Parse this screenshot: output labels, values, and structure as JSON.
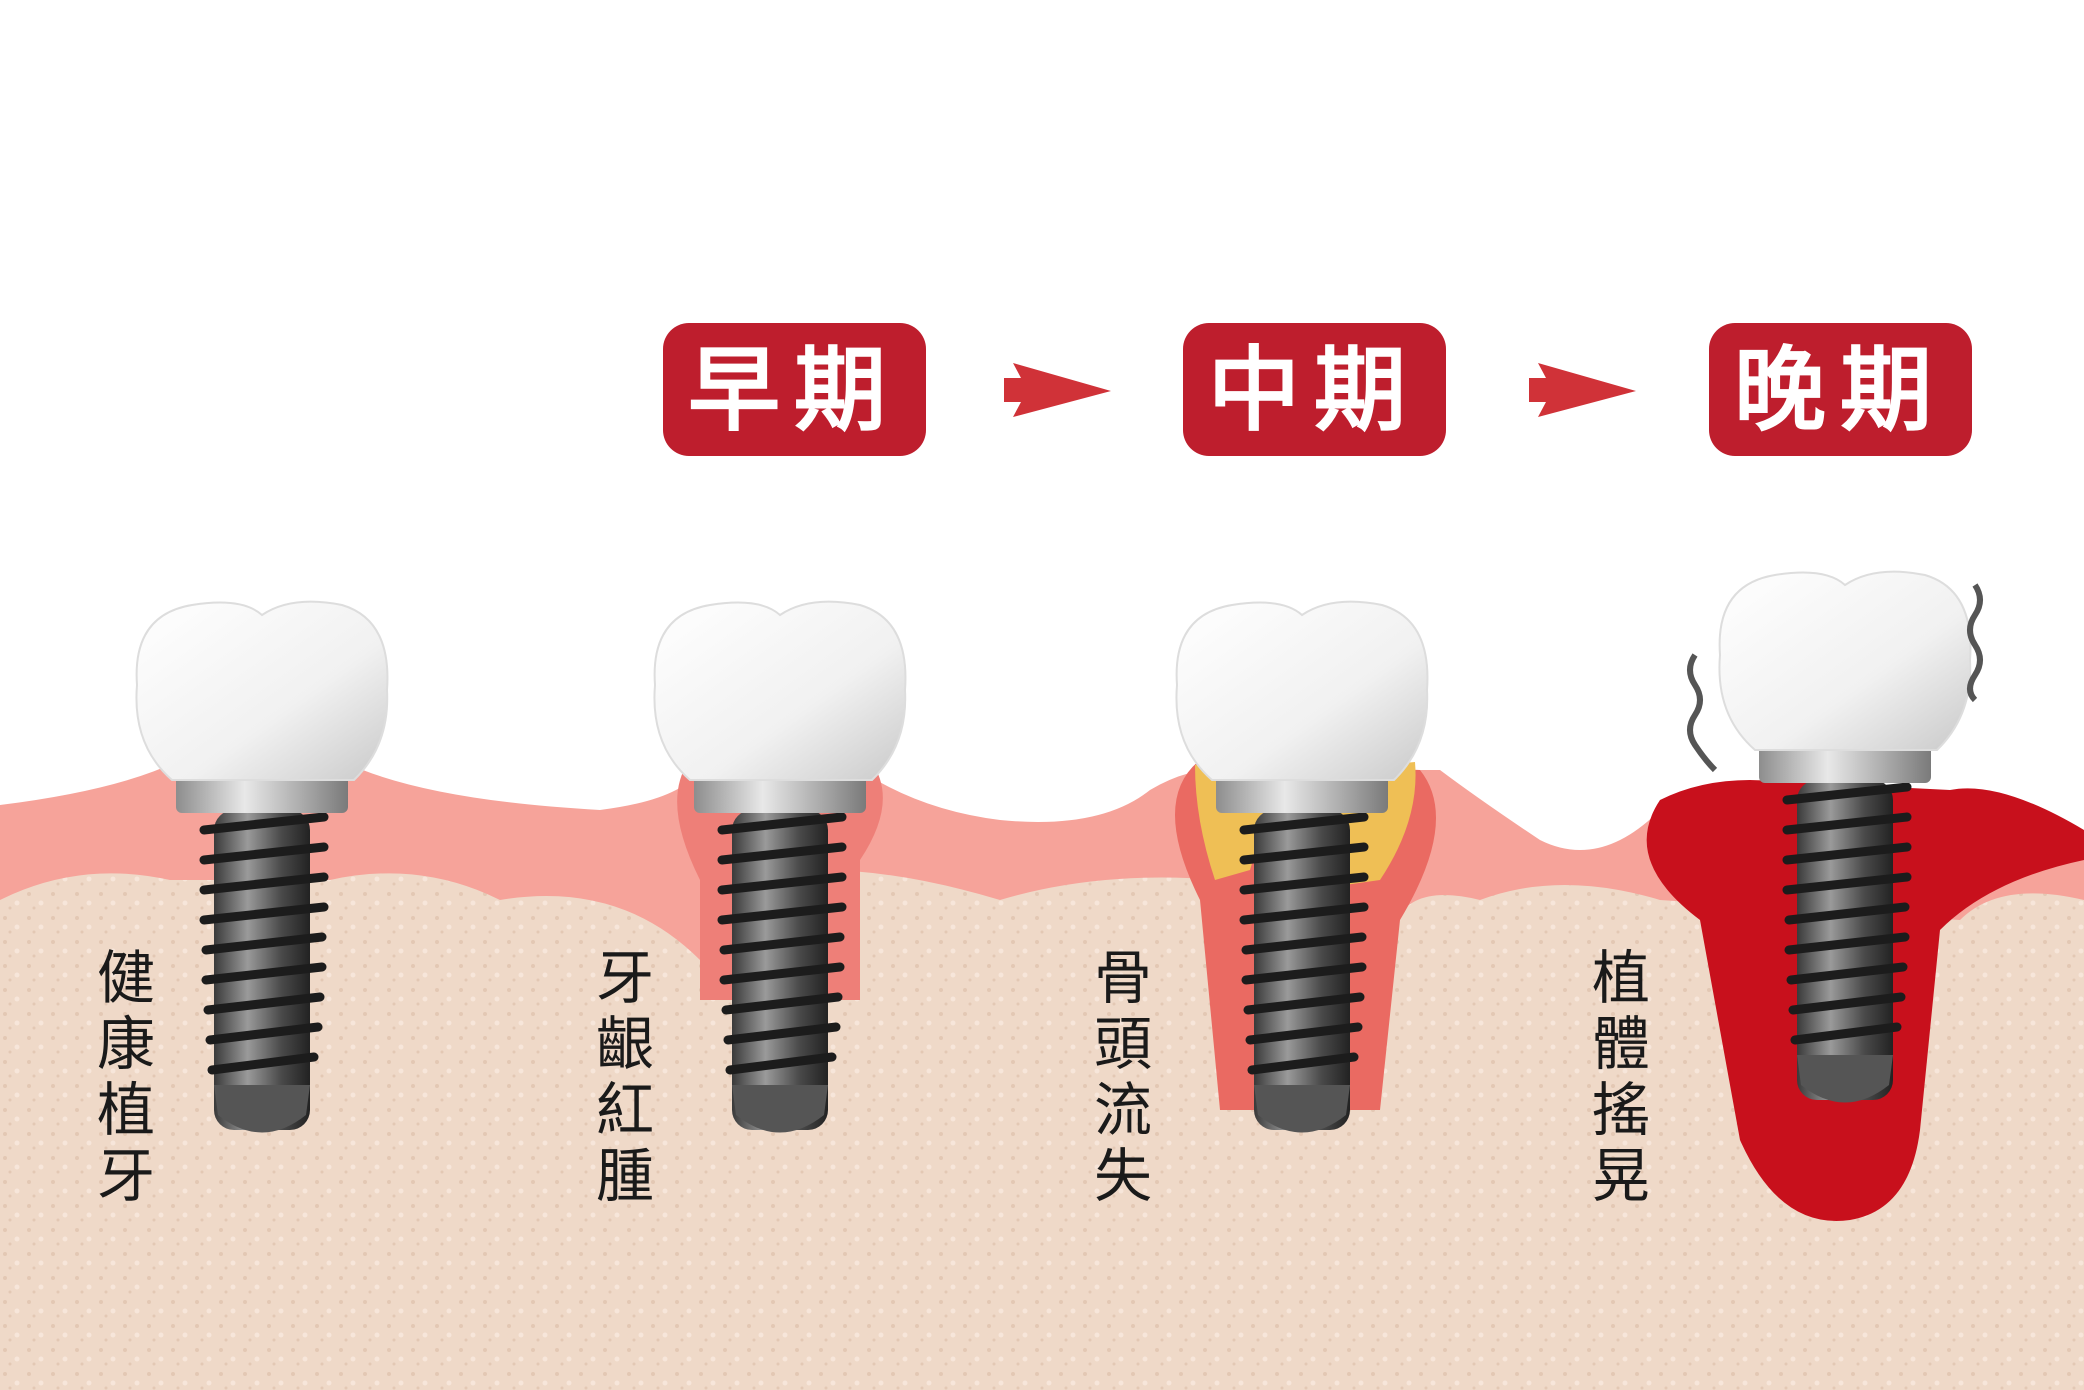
{
  "stages": [
    {
      "label": "早期"
    },
    {
      "label": "中期"
    },
    {
      "label": "晚期"
    }
  ],
  "conditions": [
    {
      "chars": [
        "健",
        "康",
        "植",
        "牙"
      ]
    },
    {
      "chars": [
        "牙",
        "齦",
        "紅",
        "腫"
      ]
    },
    {
      "chars": [
        "骨",
        "頭",
        "流",
        "失"
      ]
    },
    {
      "chars": [
        "植",
        "體",
        "搖",
        "晃"
      ]
    }
  ],
  "colors": {
    "badge": "#be1e2d",
    "arrow": "#d03238",
    "gum": "#f6a39a",
    "inflamed": "#c8101c",
    "bone": "#efd9c8",
    "plaque": "#efbf55"
  }
}
